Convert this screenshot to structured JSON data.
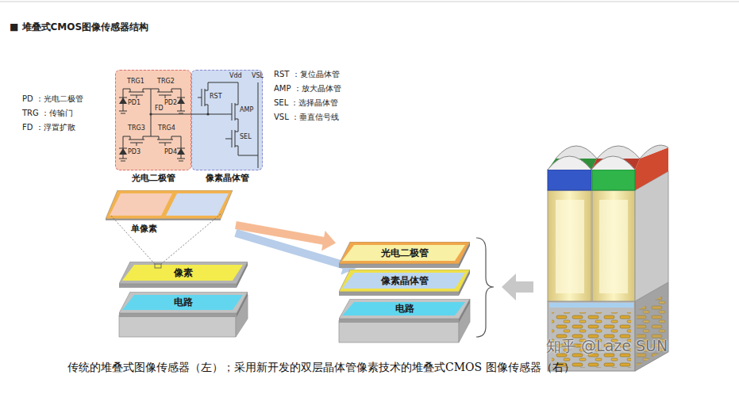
{
  "diagram": {
    "title": "■ 堆叠式CMOS图像传感器结构",
    "caption": "传统的堆叠式图像传感器（左）；采用新开发的双层晶体管像素技术的堆叠式CMOS 图像传感器（右）",
    "nodes": [
      {
        "text": [
          "光电二极管"
        ]
      },
      {
        "text": [
          "像素晶体管"
        ]
      },
      {
        "text": [
          "单像素"
        ]
      },
      {
        "text": [
          "像素"
        ]
      },
      {
        "text": [
          "电路"
        ]
      },
      {
        "text": [
          "光电二极管"
        ]
      },
      {
        "text": [
          "像素晶体管"
        ]
      },
      {
        "text": [
          "电路"
        ]
      }
    ],
    "edges": [
      {
        "from": 2,
        "to": 5,
        "arrow": "to"
      },
      {
        "from": 2,
        "to": 6,
        "arrow": "to"
      }
    ],
    "labels": [
      "PD ：光电二极管",
      "TRG ：传输门",
      "FD ：浮置扩散",
      "TRG1",
      "TRG2",
      "PD1",
      "PD2",
      "FD",
      "TRG3",
      "TRG4",
      "PD3",
      "PD4",
      "Vdd",
      "VSL",
      "RST",
      "AMP",
      "SEL",
      "RST ：复位晶体管",
      "AMP ：放大晶体管",
      "SEL ：选择晶体管",
      "VSL ：垂直信号线",
      "知乎 @Laze SUN"
    ]
  }
}
